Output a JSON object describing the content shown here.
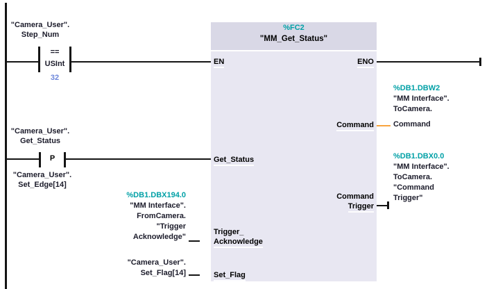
{
  "block": {
    "address": "%FC2",
    "title": "\"MM_Get_Status\"",
    "pin_en": "EN",
    "pin_eno": "ENO",
    "pin_get_status": "Get_Status",
    "pin_command": "Command",
    "pin_command_trigger": [
      "Command",
      "Trigger"
    ],
    "pin_trigger_ack": [
      "Trigger_",
      "Acknowledge"
    ],
    "pin_set_flag": "Set_Flag"
  },
  "rung1": {
    "operand": [
      "\"Camera_User\".",
      "Step_Num"
    ],
    "operator": "==",
    "data_type": "USInt",
    "compare_value": "32"
  },
  "rung2": {
    "operand": [
      "\"Camera_User\".",
      "Get_Status"
    ],
    "edge_symbol": "P",
    "edge_memory": [
      "\"Camera_User\".",
      "Set_Edge[14]"
    ]
  },
  "input_trigger_ack": [
    "%DB1.DBX194.0",
    "\"MM Interface\".",
    "FromCamera.",
    "\"Trigger",
    "Acknowledge\""
  ],
  "input_set_flag": [
    "\"Camera_User\".",
    "Set_Flag[14]"
  ],
  "output_command": [
    "%DB1.DBW2",
    "\"MM Interface\".",
    "ToCamera.",
    "Command"
  ],
  "output_command_trigger": [
    "%DB1.DBX0.0",
    "\"MM Interface\".",
    "ToCamera.",
    "\"Command",
    "Trigger\""
  ],
  "colors": {
    "address": "#00A0A6",
    "constant": "#6C86DB",
    "wire_orange": "#F9A43F",
    "header_bg": "#D9D8E6",
    "body_bg": "#E8E7F2"
  }
}
